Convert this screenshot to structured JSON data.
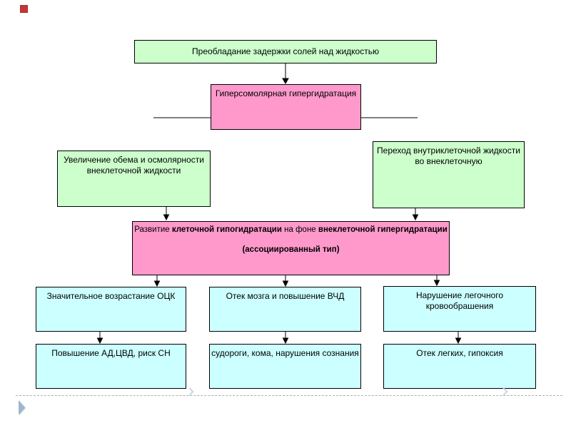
{
  "diagram": {
    "top_box": {
      "text": "Преобладание задержки солей над жидкостью"
    },
    "hyperosmolar_box": {
      "text": "Гиперсомолярная гипергидратация"
    },
    "volume_box": {
      "line1": "Увеличение обема и осмолярности",
      "line2": "внеклеточной жидкости"
    },
    "transfer_box": {
      "line1": "Переход внутриклеточной жидкости",
      "line2": "во внеклеточную"
    },
    "assoc_box": {
      "segments": [
        {
          "text": "Развитие ",
          "bold": false
        },
        {
          "text": "клеточной гипогидратации",
          "bold": true
        },
        {
          "text": " на фоне ",
          "bold": false
        },
        {
          "text": "внеклеточной гипергидратации",
          "bold": true
        }
      ],
      "line2": "(ассоциированный тип)"
    },
    "bcc_box": {
      "text": "Значительное возрастание ОЦК"
    },
    "brain_box": {
      "text": "Отек мозга и повышение ВЧД"
    },
    "pulmonary_box": {
      "line1": "Нарушение легочного",
      "line2": "кровообрашения"
    },
    "bp_box": {
      "text": "Повышение  АД,ЦВД, риск СН"
    },
    "seizure_box": {
      "text": "судороги, кома, нарушения сознания"
    },
    "lung_box": {
      "text": "Отек легких, гипоксия"
    }
  },
  "colors": {
    "box_green": "#ccffcc",
    "box_pink": "#ff99cc",
    "box_cyan": "#ccffff",
    "box_border": "#000000",
    "connector": "#000000",
    "bullet_red": "#cc3333",
    "dashed_line_gray": "#adadad",
    "marker_blue": "#9cb6d2"
  },
  "decor": {
    "bullet_icon": "red-square-bullet",
    "footer_line": "dashed-separator",
    "footer_marker": "slide-advance-triangle",
    "chevron_icon": "light-blue-chevron-right"
  }
}
